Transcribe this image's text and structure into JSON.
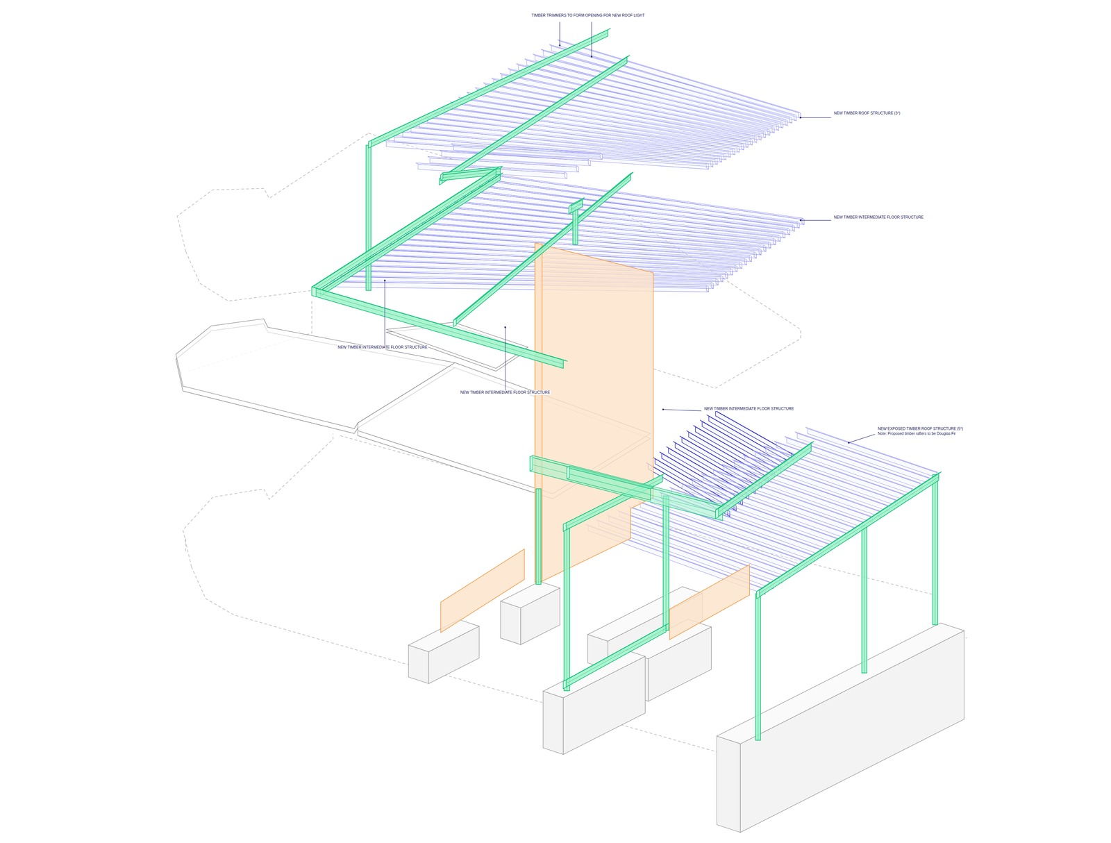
{
  "diagram": {
    "labels": [
      "TIMBER TRIMMERS TO FORM OPENING FOR NEW ROOF LIGHT",
      "NEW TIMBER ROOF STRUCTURE (3°)",
      "NEW TIMBER INTERMEDIATE FLOOR STRUCTURE",
      "NEW TIMBER INTERMEDIATE FLOOR STRUCTURE",
      "NEW TIMBER INTERMEDIATE FLOOR STRUCTURE",
      "NEW TIMBER INTERMEDIATE FLOOR STRUCTURE",
      "NEW EXPOSED TIMBER ROOF STRUCTURE  (5°)",
      "Note: Proposed timber rafters to be Douglas Fir"
    ]
  }
}
